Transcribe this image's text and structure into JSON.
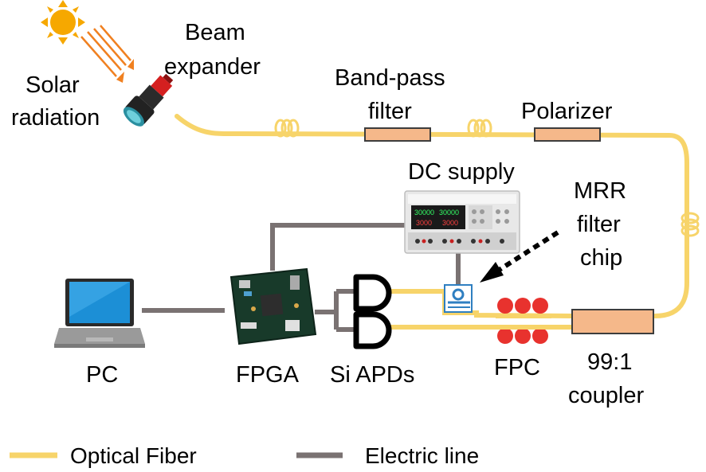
{
  "labels": {
    "solar_line1": "Solar",
    "solar_line2": "radiation",
    "beam_line1": "Beam",
    "beam_line2": "expander",
    "bandpass_line1": "Band-pass",
    "bandpass_line2": "filter",
    "polarizer": "Polarizer",
    "dc_supply": "DC supply",
    "mrr_line1": "MRR",
    "mrr_line2": "filter",
    "mrr_line3": "chip",
    "pc": "PC",
    "fpga": "FPGA",
    "si_apds": "Si APDs",
    "fpc": "FPC",
    "coupler_line1": "99:1",
    "coupler_line2": "coupler"
  },
  "legend": {
    "optical": "Optical Fiber",
    "electric": "Electric line"
  },
  "dc_display": {
    "v1": "30000",
    "v2": "30000",
    "a1": "3000",
    "a2": "3000"
  },
  "colors": {
    "optical_fiber": "#f7d46a",
    "electric_line": "#7a7272",
    "filter_fill": "#f5b88a",
    "filter_stroke": "#3d3d3d",
    "sun": "#f6a800",
    "fpc_red": "#e8322e",
    "mrr_blue": "#2f7fc1"
  }
}
